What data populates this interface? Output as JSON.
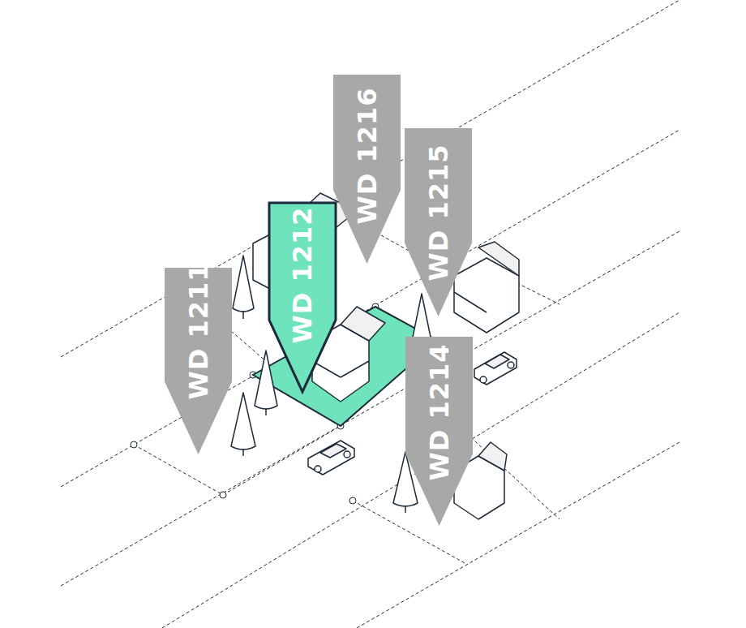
{
  "diagram": {
    "nodes": [
      {
        "text": [
          "WD 1216"
        ]
      },
      {
        "text": [
          "WD 1215"
        ]
      },
      {
        "text": [
          "WD 1212"
        ]
      },
      {
        "text": [
          "WD 1211"
        ]
      },
      {
        "text": [
          "WD 1214"
        ]
      }
    ]
  }
}
